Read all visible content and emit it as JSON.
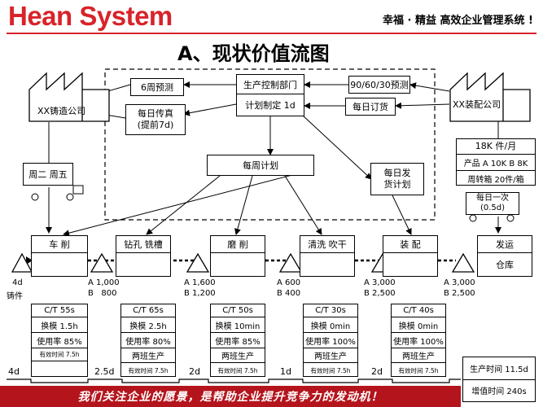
{
  "header": {
    "brand": "Hean System",
    "slogan": "幸福 · 精益 高效企业管理系统 !",
    "title": "A、现状价值流图"
  },
  "suppliers": {
    "left": "XX铸造公司",
    "right": "XX装配公司"
  },
  "control": {
    "line1": "生产控制部门",
    "line2": "计划制定 1d"
  },
  "info_boxes": {
    "forecast_left": "6周预测",
    "fax": "每日传真\n(提前7d)",
    "forecast_right": "90/60/30预测",
    "daily_order": "每日订货",
    "weekly_plan": "每周计划",
    "daily_ship_plan": "每日发\n货计划"
  },
  "left_truck": {
    "label": "周二 周五"
  },
  "customer": {
    "demand": "18K 件/月",
    "products": "产品 A 10K B 8K",
    "container": "周转箱 20件/箱",
    "ship_freq": "每日一次\n(0.5d)"
  },
  "inventory": [
    {
      "top": "4d",
      "bottom": "铸件"
    },
    {
      "top": "A 1,000",
      "bottom": "B   800"
    },
    {
      "top": "A 1,600",
      "bottom": "B 1,200"
    },
    {
      "top": "A 600",
      "bottom": "B 400"
    },
    {
      "top": "A 3,000",
      "bottom": "B 2,500"
    },
    {
      "top": "A 3,000",
      "bottom": "B 2,500"
    }
  ],
  "processes": [
    {
      "name": "车  削",
      "ct": "C/T 55s",
      "co": "换模 1.5h",
      "uptime": "使用率 85%",
      "effective": "有效时间 7.5h",
      "shift": ""
    },
    {
      "name": "钻孔 铣槽",
      "ct": "C/T 65s",
      "co": "换模 2.5h",
      "uptime": "使用率 80%",
      "shift": "两班生产",
      "effective": "有效时间 7.5h"
    },
    {
      "name": "磨  削",
      "ct": "C/T 50s",
      "co": "换模 10min",
      "uptime": "使用率 85%",
      "shift": "两班生产",
      "effective": "有效时间 7.5h"
    },
    {
      "name": "清洗 吹干",
      "ct": "C/T 30s",
      "co": "换模 0min",
      "uptime": "使用率 100%",
      "shift": "两班生产",
      "effective": "有效时间 7.5h"
    },
    {
      "name": "装  配",
      "ct": "C/T 40s",
      "co": "换模 0min",
      "uptime": "使用率 100%",
      "shift": "两班生产",
      "effective": "有效时间 7.5h"
    }
  ],
  "shipping": {
    "name": "发运",
    "sub": "仓库"
  },
  "timeline": [
    "4d",
    "2.5d",
    "2d",
    "1d",
    "2d"
  ],
  "summary": {
    "lead_time": "生产时间 11.5d",
    "value_added": "增值时间 240s"
  },
  "footer": "我们关注企业的愿景，是帮助企业提升竞争力的发动机！"
}
